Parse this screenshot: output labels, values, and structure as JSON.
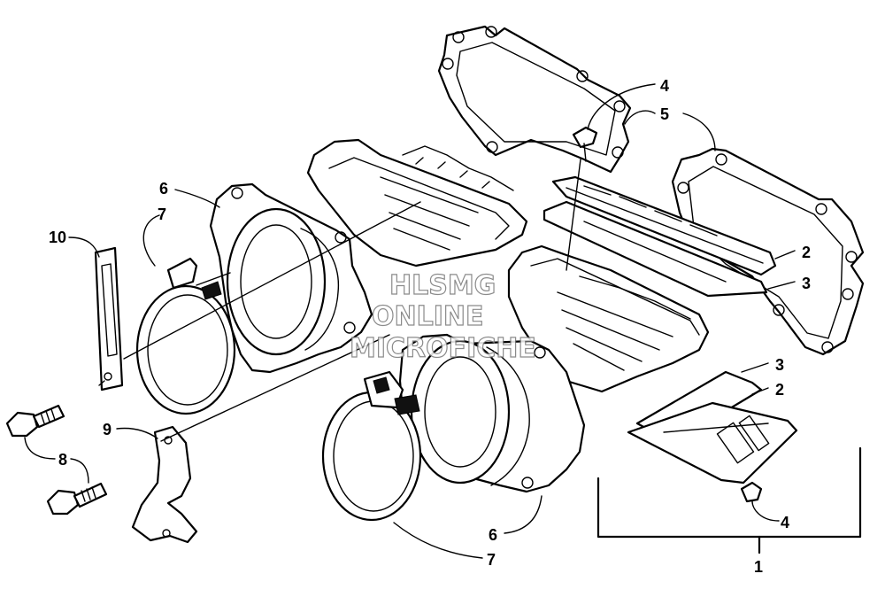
{
  "watermark": [
    "HLSMG",
    "ONLINE",
    "MICROFICHE"
  ],
  "callouts": {
    "c1": "1",
    "c2a": "2",
    "c2b": "2",
    "c3a": "3",
    "c3b": "3",
    "c4a": "4",
    "c4b": "4",
    "c5": "5",
    "c6a": "6",
    "c6b": "6",
    "c7a": "7",
    "c7b": "7",
    "c8": "8",
    "c9": "9",
    "c10": "10"
  }
}
